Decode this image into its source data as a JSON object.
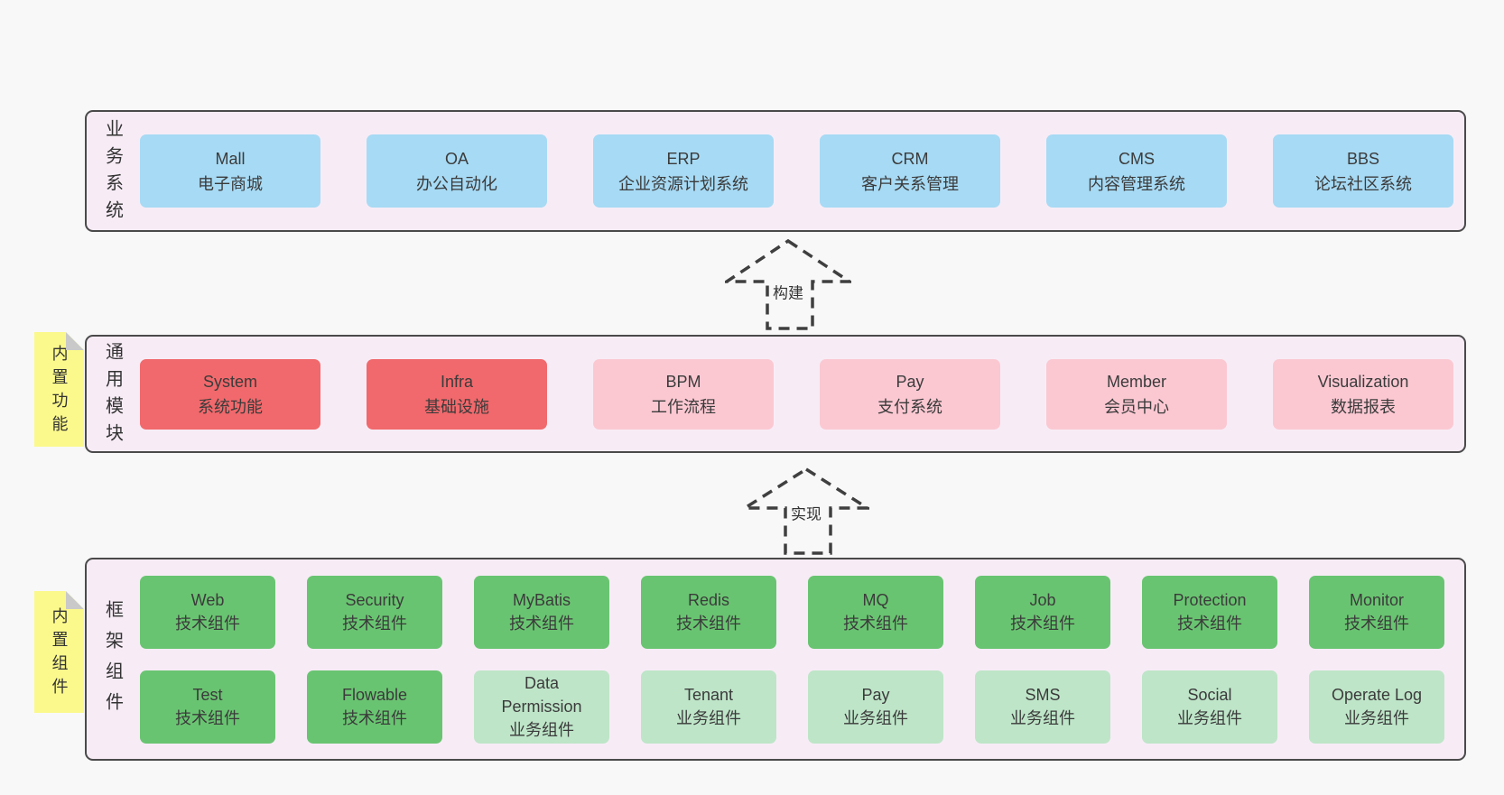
{
  "colors": {
    "page_bg": "#f8f8f8",
    "layer_bg": "#f7ecf6",
    "layer_border": "#4a4a4a",
    "blue": "#a7daf4",
    "red": "#f1696c",
    "pink": "#fbc8d2",
    "green": "#69c471",
    "green_light": "#bee5c8",
    "sticky": "#fbf98c",
    "sticky_fold": "#c9c9c9",
    "text": "#3b3b3b",
    "arrow": "#3f3f3f"
  },
  "arrows": [
    {
      "label": "构建"
    },
    {
      "label": "实现"
    }
  ],
  "layers": [
    {
      "label": "业务系统",
      "sticky": null,
      "rows": [
        [
          {
            "name": "Mall",
            "desc": "电子商城",
            "variant": "blue"
          },
          {
            "name": "OA",
            "desc": "办公自动化",
            "variant": "blue"
          },
          {
            "name": "ERP",
            "desc": "企业资源计划系统",
            "variant": "blue"
          },
          {
            "name": "CRM",
            "desc": "客户关系管理",
            "variant": "blue"
          },
          {
            "name": "CMS",
            "desc": "内容管理系统",
            "variant": "blue"
          },
          {
            "name": "BBS",
            "desc": "论坛社区系统",
            "variant": "blue"
          }
        ]
      ]
    },
    {
      "label": "通用模块",
      "sticky": "内置功能",
      "rows": [
        [
          {
            "name": "System",
            "desc": "系统功能",
            "variant": "red"
          },
          {
            "name": "Infra",
            "desc": "基础设施",
            "variant": "red"
          },
          {
            "name": "BPM",
            "desc": "工作流程",
            "variant": "pink"
          },
          {
            "name": "Pay",
            "desc": "支付系统",
            "variant": "pink"
          },
          {
            "name": "Member",
            "desc": "会员中心",
            "variant": "pink"
          },
          {
            "name": "Visualization",
            "desc": "数据报表",
            "variant": "pink"
          }
        ]
      ]
    },
    {
      "label": "框架组件",
      "sticky": "内置组件",
      "rows": [
        [
          {
            "name": "Web",
            "desc": "技术组件",
            "variant": "green"
          },
          {
            "name": "Security",
            "desc": "技术组件",
            "variant": "green"
          },
          {
            "name": "MyBatis",
            "desc": "技术组件",
            "variant": "green"
          },
          {
            "name": "Redis",
            "desc": "技术组件",
            "variant": "green"
          },
          {
            "name": "MQ",
            "desc": "技术组件",
            "variant": "green"
          },
          {
            "name": "Job",
            "desc": "技术组件",
            "variant": "green"
          },
          {
            "name": "Protection",
            "desc": "技术组件",
            "variant": "green"
          },
          {
            "name": "Monitor",
            "desc": "技术组件",
            "variant": "green"
          }
        ],
        [
          {
            "name": "Test",
            "desc": "技术组件",
            "variant": "green"
          },
          {
            "name": "Flowable",
            "desc": "技术组件",
            "variant": "green"
          },
          {
            "name": "Data Permission",
            "desc": "业务组件",
            "variant": "green_light"
          },
          {
            "name": "Tenant",
            "desc": "业务组件",
            "variant": "green_light"
          },
          {
            "name": "Pay",
            "desc": "业务组件",
            "variant": "green_light"
          },
          {
            "name": "SMS",
            "desc": "业务组件",
            "variant": "green_light"
          },
          {
            "name": "Social",
            "desc": "业务组件",
            "variant": "green_light"
          },
          {
            "name": "Operate Log",
            "desc": "业务组件",
            "variant": "green_light"
          }
        ]
      ]
    }
  ]
}
